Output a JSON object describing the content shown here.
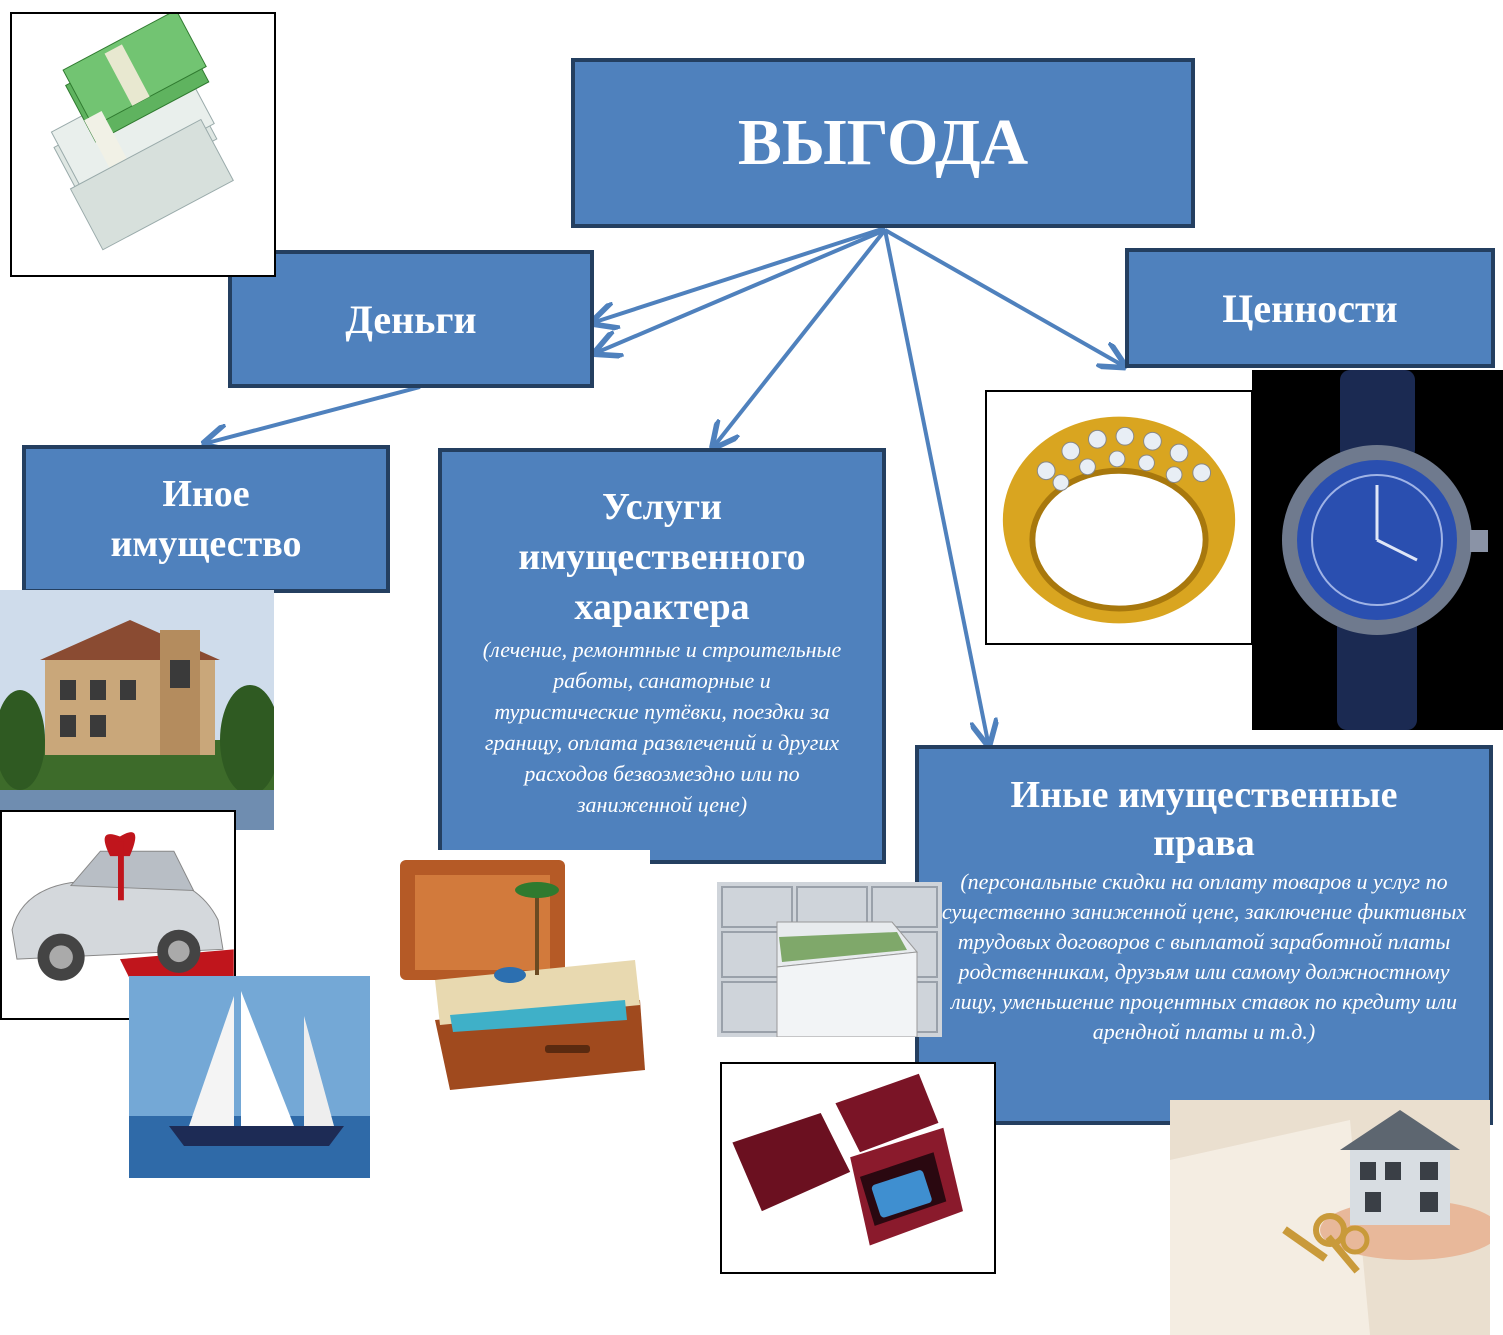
{
  "root": {
    "label": "ВЫГОДА"
  },
  "nodes": {
    "money": {
      "label": "Деньги"
    },
    "valuables": {
      "label": "Ценности"
    },
    "property": {
      "label": "Иное имущество"
    },
    "services": {
      "label": "Услуги имущественного характера",
      "description": "(лечение, ремонтные и строительные работы, санаторные и туристические путёвки, поездки за границу, оплата развлечений и других расходов безвозмездно или по заниженной цене)"
    },
    "rights": {
      "label": "Иные имущественные права",
      "description": "(персональные скидки на оплату товаров и услуг по существенно заниженной цене, заключение фиктивных трудовых договоров с выплатой заработной платы родственникам, друзьям или самому должностному лицу, уменьшение процентных ставок по кредиту или арендной платы и т.д.)"
    }
  },
  "colors": {
    "box_fill": "#4f81bd",
    "box_border": "#243f60",
    "arrow": "#4f81bd"
  },
  "images": [
    "euro-banknotes",
    "gold-diamond-ring",
    "luxury-wristwatch",
    "villa-house",
    "gift-car",
    "sailing-yacht",
    "travel-suitcase",
    "safe-deposit-drawer",
    "gift-box-credit-card",
    "house-keys"
  ]
}
